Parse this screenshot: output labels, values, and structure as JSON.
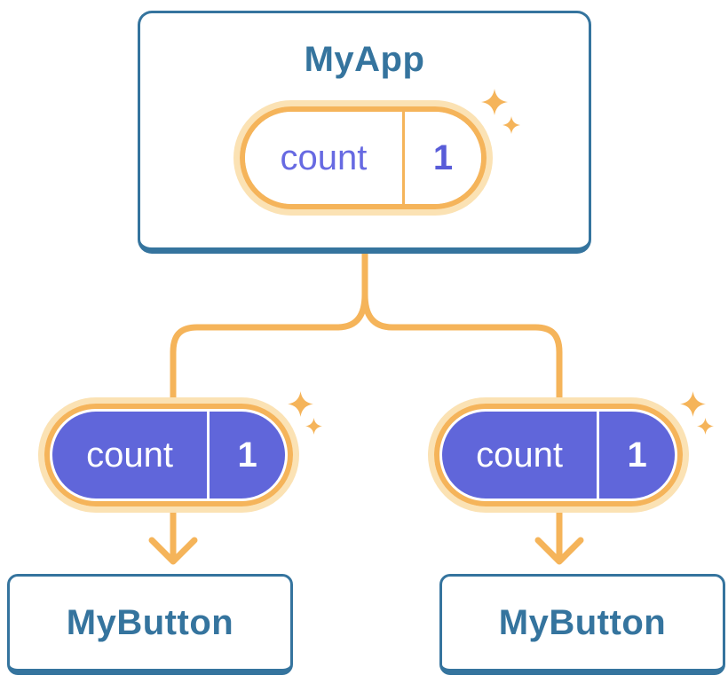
{
  "diagram": {
    "description": "React component tree sharing state",
    "root": {
      "title": "MyApp",
      "state": {
        "name": "count",
        "value": "1"
      }
    },
    "children": [
      {
        "title": "MyButton",
        "state": {
          "name": "count",
          "value": "1"
        }
      },
      {
        "title": "MyButton",
        "state": {
          "name": "count",
          "value": "1"
        }
      }
    ]
  },
  "colors": {
    "blue": "#35749E",
    "orange": "#F5B45A",
    "glow": "#FBE2B4",
    "purple": "#6066DA",
    "purple_text": "#676AE2",
    "value_text": "#585CD8"
  }
}
